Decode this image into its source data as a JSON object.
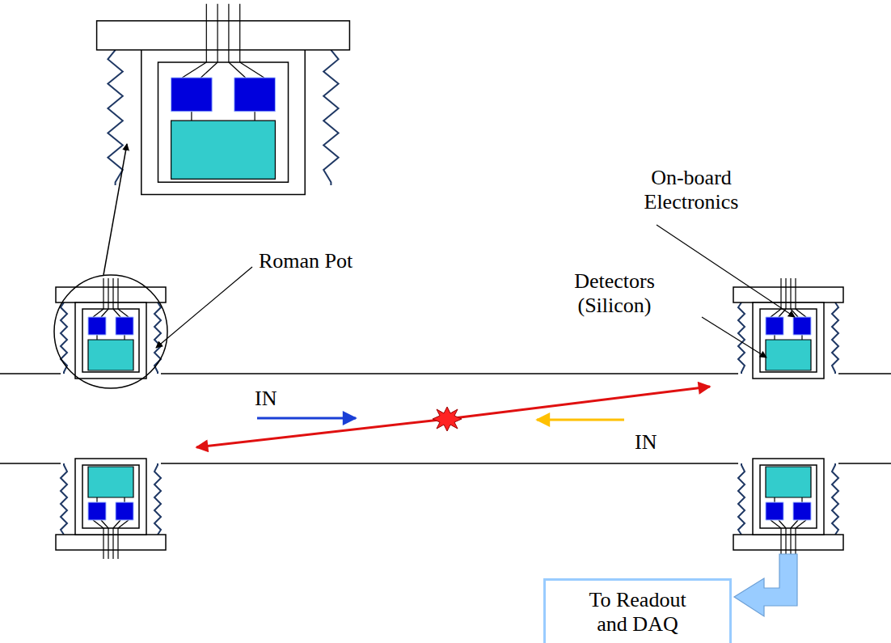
{
  "diagram": {
    "nodes": [
      {
        "text": [
          "To Readout and DAQ"
        ]
      }
    ],
    "labels": [
      "Roman Pot",
      "On-board Electronics",
      "Detectors (Silicon)",
      "IN",
      "IN"
    ]
  }
}
